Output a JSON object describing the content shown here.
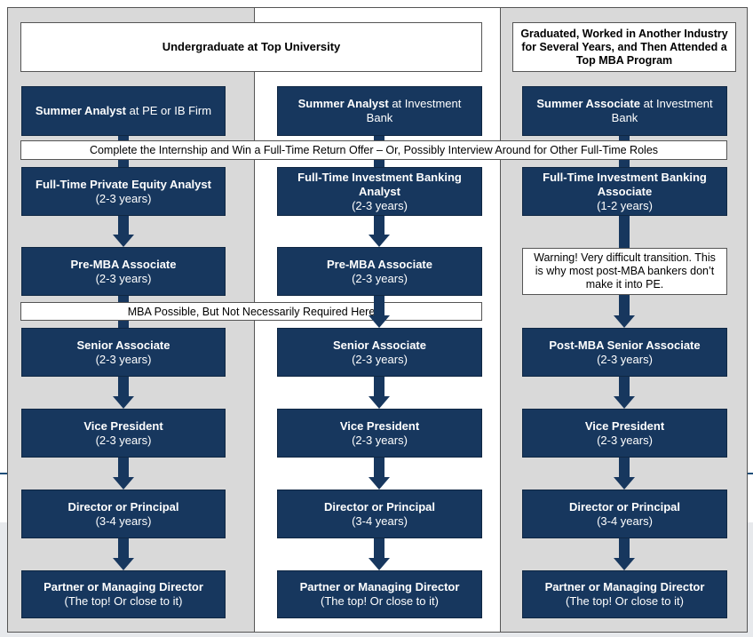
{
  "colors": {
    "navy": "#17375e",
    "gray_column": "#d9d9d9",
    "white": "#ffffff",
    "border": "#555555"
  },
  "columns": [
    {
      "header": "Undergraduate at Top University",
      "summer": {
        "bold": "Summer Analyst",
        "rest": " at PE or IB Firm"
      },
      "fulltime": {
        "title": "Full-Time Private Equity Analyst",
        "years": "(2-3 years)"
      },
      "pre_mba": {
        "title": "Pre-MBA Associate",
        "years": "(2-3 years)"
      },
      "senior": {
        "title": "Senior Associate",
        "years": "(2-3 years)"
      },
      "vp": {
        "title": "Vice President",
        "years": "(2-3 years)"
      },
      "director": {
        "title": "Director or Principal",
        "years": "(3-4 years)"
      },
      "partner": {
        "title": "Partner or Managing Director",
        "years": "(The top! Or close to it)"
      }
    },
    {
      "summer": {
        "bold": "Summer Analyst",
        "rest": " at Investment Bank"
      },
      "fulltime": {
        "title": "Full-Time Investment Banking Analyst",
        "years": "(2-3 years)"
      },
      "pre_mba": {
        "title": "Pre-MBA Associate",
        "years": "(2-3 years)"
      },
      "senior": {
        "title": "Senior Associate",
        "years": "(2-3 years)"
      },
      "vp": {
        "title": "Vice President",
        "years": "(2-3 years)"
      },
      "director": {
        "title": "Director or Principal",
        "years": "(3-4 years)"
      },
      "partner": {
        "title": "Partner or Managing Director",
        "years": "(The top! Or close to it)"
      }
    },
    {
      "header": "Graduated, Worked in Another Industry for Several Years, and Then Attended a Top MBA Program",
      "summer": {
        "bold": "Summer Associate",
        "rest": " at Investment Bank"
      },
      "fulltime": {
        "title": "Full-Time Investment Banking Associate",
        "years": "(1-2 years)"
      },
      "warning": "Warning! Very difficult transition. This is why most post-MBA bankers don’t make it into PE.",
      "senior": {
        "title": "Post-MBA Senior Associate",
        "years": "(2-3 years)"
      },
      "vp": {
        "title": "Vice President",
        "years": "(2-3 years)"
      },
      "director": {
        "title": "Director or Principal",
        "years": "(3-4 years)"
      },
      "partner": {
        "title": "Partner or Managing Director",
        "years": "(The top! Or close to it)"
      }
    }
  ],
  "banners": {
    "internship": "Complete the Internship and Win a Full-Time Return Offer – Or, Possibly Interview Around for Other Full-Time Roles",
    "mba": "MBA Possible, But Not Necessarily Required Here"
  }
}
